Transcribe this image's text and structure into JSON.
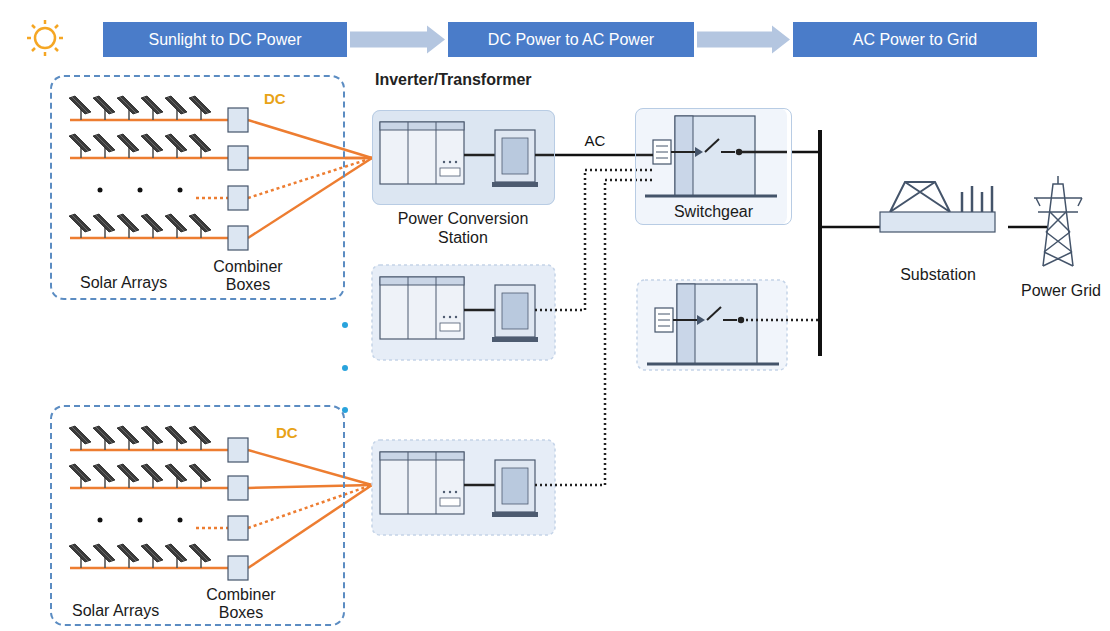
{
  "diagram": {
    "nodes": [
      {
        "text": [
          "Sunlight to DC Power"
        ]
      },
      {
        "text": [
          "DC Power to AC Power"
        ]
      },
      {
        "text": [
          "AC Power to Grid"
        ]
      },
      {
        "text": [
          "Solar Arrays",
          "Combiner Boxes"
        ]
      },
      {
        "text": [
          "Power Conversion Station"
        ]
      },
      {
        "text": [
          "Switchgear"
        ]
      },
      {
        "text": [
          "Substation"
        ]
      },
      {
        "text": [
          "Power Grid"
        ]
      },
      {
        "text": [
          "Solar Arrays",
          "Combiner Boxes"
        ]
      }
    ],
    "edges": [
      {
        "from": 0,
        "to": 1,
        "arrow": "to"
      },
      {
        "from": 1,
        "to": 2,
        "arrow": "to"
      },
      {
        "from": 3,
        "to": 4,
        "arrow": "none"
      },
      {
        "from": 4,
        "to": 5,
        "label": "AC",
        "arrow": "none"
      },
      {
        "from": 5,
        "to": 6,
        "arrow": "none"
      },
      {
        "from": 6,
        "to": 7,
        "arrow": "none"
      }
    ],
    "labels": [
      "Inverter/Transformer",
      "DC",
      "DC"
    ]
  }
}
